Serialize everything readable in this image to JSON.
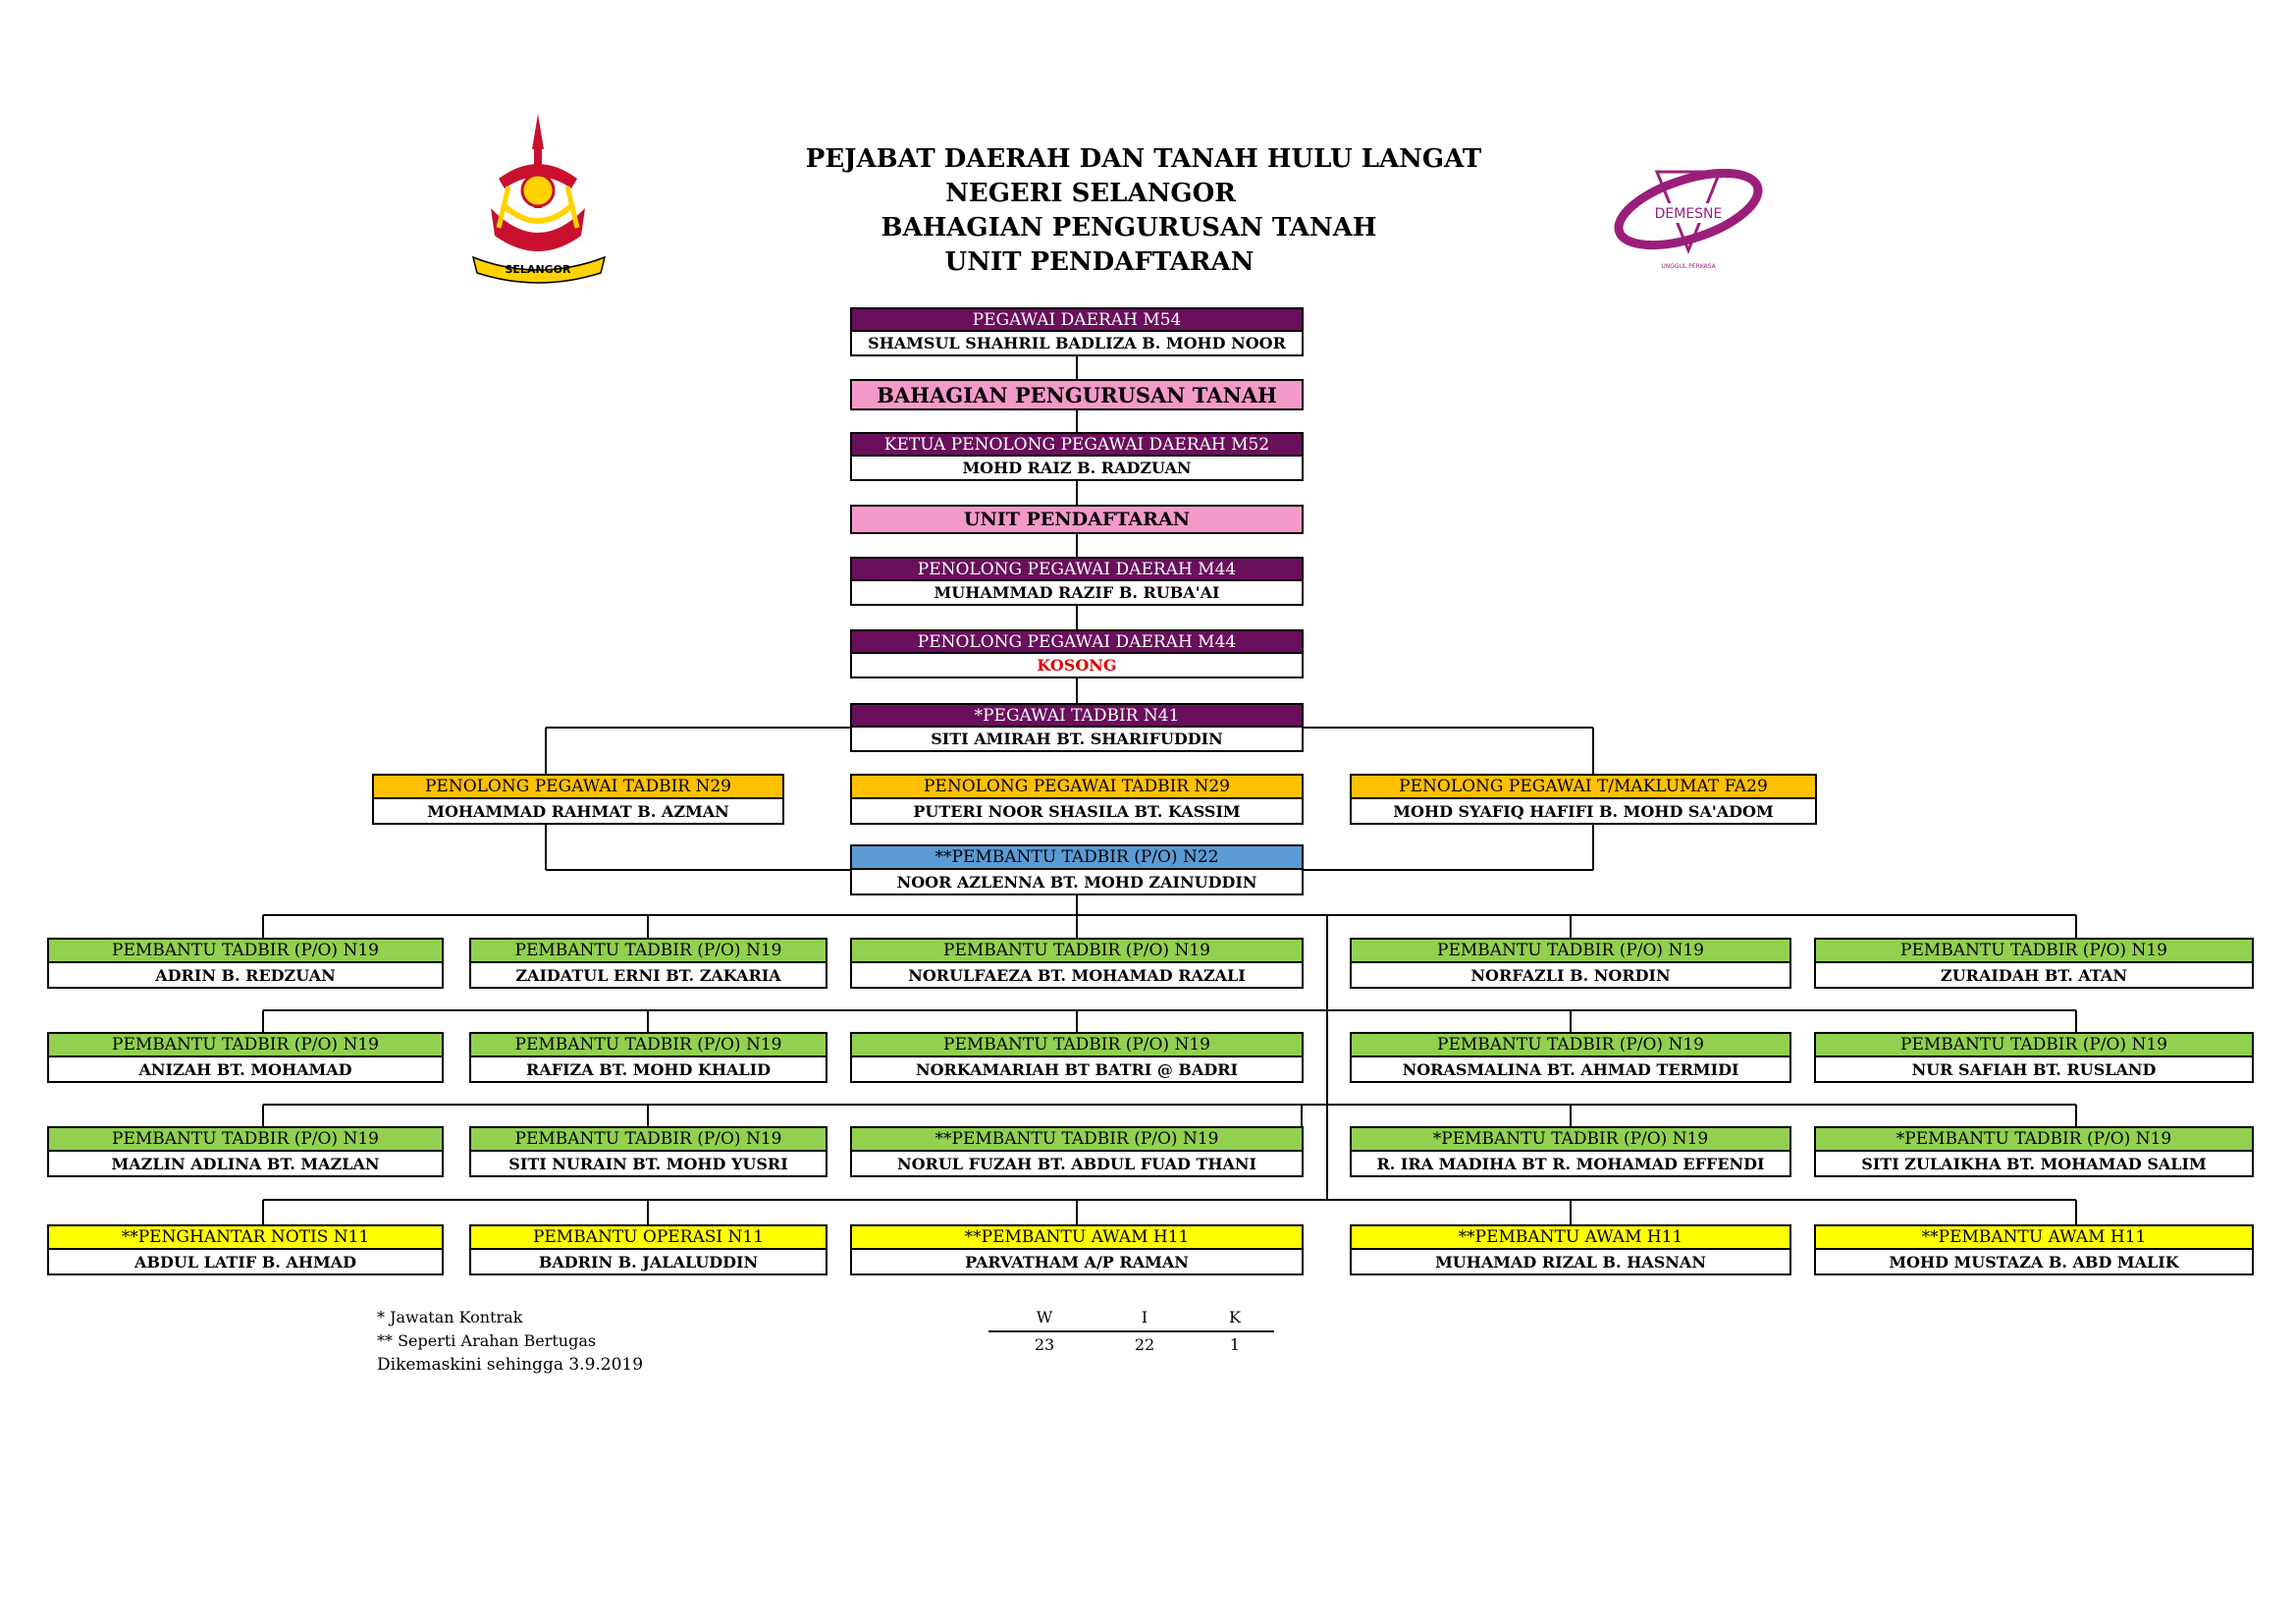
{
  "header": {
    "line1": "PEJABAT DAERAH DAN TANAH HULU LANGAT",
    "line2": "NEGERI SELANGOR",
    "line3": "BAHAGIAN PENGURUSAN TANAH",
    "line4": "UNIT PENDAFTARAN"
  },
  "logos": {
    "left_label": "SELANGOR",
    "right_label": "DEMESNE",
    "right_sub": "UNGGUL PERKASA"
  },
  "colors": {
    "purple": "#6a0f5c",
    "pink": "#f49ac9",
    "orange": "#ffc000",
    "blue": "#5b9bd5",
    "green": "#92d050",
    "yellow": "#ffff00",
    "vacant_red": "#e00000"
  },
  "top": {
    "pd": {
      "title": "PEGAWAI DAERAH M54",
      "name": "SHAMSUL SHAHRIL BADLIZA B. MOHD NOOR"
    },
    "section": "BAHAGIAN PENGURUSAN TANAH",
    "kppd": {
      "title": "KETUA PENOLONG PEGAWAI DAERAH M52",
      "name": "MOHD RAIZ B. RADZUAN"
    },
    "unit": "UNIT PENDAFTARAN",
    "ppd1": {
      "title": "PENOLONG PEGAWAI DAERAH M44",
      "name": "MUHAMMAD RAZIF B. RUBA'AI"
    },
    "ppd2": {
      "title": "PENOLONG PEGAWAI DAERAH M44",
      "name": "KOSONG"
    },
    "pt": {
      "title": "*PEGAWAI TADBIR N41",
      "name": "SITI AMIRAH BT. SHARIFUDDIN"
    }
  },
  "n29": [
    {
      "title": "PENOLONG PEGAWAI TADBIR N29",
      "name": "MOHAMMAD RAHMAT B. AZMAN"
    },
    {
      "title": "PENOLONG PEGAWAI TADBIR N29",
      "name": "PUTERI NOOR SHASILA BT. KASSIM"
    },
    {
      "title": "PENOLONG PEGAWAI T/MAKLUMAT FA29",
      "name": "MOHD SYAFIQ HAFIFI B. MOHD SA'ADOM"
    }
  ],
  "n22": {
    "title": "**PEMBANTU TADBIR (P/O) N22",
    "name": "NOOR AZLENNA BT. MOHD ZAINUDDIN"
  },
  "rows": [
    [
      {
        "title": "PEMBANTU TADBIR (P/O) N19",
        "name": "ADRIN B. REDZUAN"
      },
      {
        "title": "PEMBANTU TADBIR (P/O) N19",
        "name": "ZAIDATUL ERNI BT. ZAKARIA"
      },
      {
        "title": "PEMBANTU TADBIR (P/O) N19",
        "name": "NORULFAEZA BT. MOHAMAD RAZALI"
      },
      {
        "title": "PEMBANTU TADBIR (P/O) N19",
        "name": "NORFAZLI B. NORDIN"
      },
      {
        "title": "PEMBANTU TADBIR (P/O) N19",
        "name": "ZURAIDAH BT. ATAN"
      }
    ],
    [
      {
        "title": "PEMBANTU TADBIR (P/O) N19",
        "name": "ANIZAH BT. MOHAMAD"
      },
      {
        "title": "PEMBANTU TADBIR (P/O) N19",
        "name": "RAFIZA BT. MOHD KHALID"
      },
      {
        "title": "PEMBANTU TADBIR (P/O) N19",
        "name": "NORKAMARIAH BT BATRI @ BADRI"
      },
      {
        "title": "PEMBANTU TADBIR (P/O) N19",
        "name": "NORASMALINA BT. AHMAD TERMIDI"
      },
      {
        "title": "PEMBANTU TADBIR (P/O) N19",
        "name": "NUR SAFIAH BT. RUSLAND"
      }
    ],
    [
      {
        "title": "PEMBANTU TADBIR (P/O) N19",
        "name": "MAZLIN ADLINA BT. MAZLAN"
      },
      {
        "title": "PEMBANTU TADBIR (P/O) N19",
        "name": "SITI NURAIN BT. MOHD YUSRI"
      },
      {
        "title": "**PEMBANTU TADBIR (P/O) N19",
        "name": "NORUL FUZAH BT. ABDUL FUAD THANI"
      },
      {
        "title": "*PEMBANTU TADBIR (P/O) N19",
        "name": "R. IRA MADIHA BT R. MOHAMAD EFFENDI"
      },
      {
        "title": "*PEMBANTU TADBIR (P/O) N19",
        "name": "SITI ZULAIKHA BT. MOHAMAD SALIM"
      }
    ],
    [
      {
        "title": "**PENGHANTAR NOTIS N11",
        "name": "ABDUL LATIF B. AHMAD"
      },
      {
        "title": "PEMBANTU OPERASI N11",
        "name": "BADRIN B. JALALUDDIN"
      },
      {
        "title": "**PEMBANTU AWAM H11",
        "name": "PARVATHAM A/P RAMAN"
      },
      {
        "title": "**PEMBANTU AWAM H11",
        "name": "MUHAMAD RIZAL B. HASNAN"
      },
      {
        "title": "**PEMBANTU AWAM H11",
        "name": "MOHD MUSTAZA B. ABD MALIK"
      }
    ]
  ],
  "notes": {
    "n1": "* Jawatan Kontrak",
    "n2": "** Seperti Arahan Bertugas",
    "n3": "Dikemaskini sehingga 3.9.2019"
  },
  "summary": {
    "headers": [
      "W",
      "I",
      "K"
    ],
    "values": [
      "23",
      "22",
      "1"
    ]
  }
}
